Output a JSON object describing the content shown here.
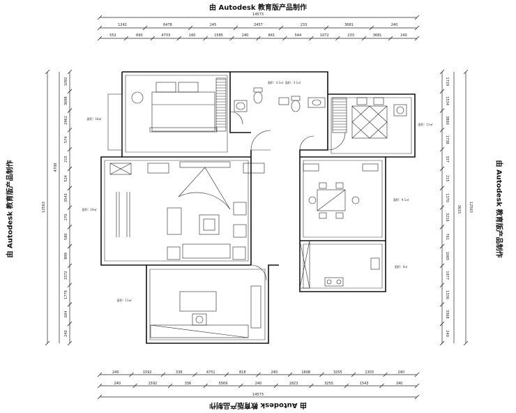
{
  "watermark": "由 Autodesk 教育版产品制作",
  "dims": {
    "top_total": "14573",
    "top_row1": [
      "1242",
      "6478",
      "245",
      "2457",
      "233",
      "3681",
      "240"
    ],
    "top_row2": [
      "552",
      "690",
      "4733",
      "160",
      "1585",
      "240",
      "841",
      "544",
      "1072",
      "233",
      "3681",
      "240"
    ],
    "bottom_row1": [
      "240",
      "1592",
      "336",
      "4751",
      "818",
      "240",
      "1608",
      "3255",
      "1303",
      "240"
    ],
    "bottom_row2": [
      "240",
      "1592",
      "336",
      "5569",
      "240",
      "1823",
      "3255",
      "1543",
      "240"
    ],
    "bottom_total": "14573",
    "left_total": "12563",
    "left_sub": "4708",
    "left_rows": [
      "1092",
      "3698",
      "2962",
      "574",
      "215",
      "524",
      "3543",
      "270",
      "580",
      "899",
      "3372",
      "1779",
      "604",
      "240"
    ],
    "right_total": "12563",
    "right_sub": "3615",
    "right_rows": [
      "1729",
      "1534",
      "3860",
      "1738",
      "337",
      "215",
      "1370",
      "3216",
      "761",
      "1065",
      "1977",
      "1336",
      "3368",
      "240"
    ]
  },
  "area_labels": [
    "面积：18㎡",
    "面积：4.1㎡",
    "面积：3.1㎡",
    "面积：11㎡",
    "面积：19㎡",
    "面积：9.1㎡",
    "面积：6㎡",
    "面积：11㎡"
  ]
}
